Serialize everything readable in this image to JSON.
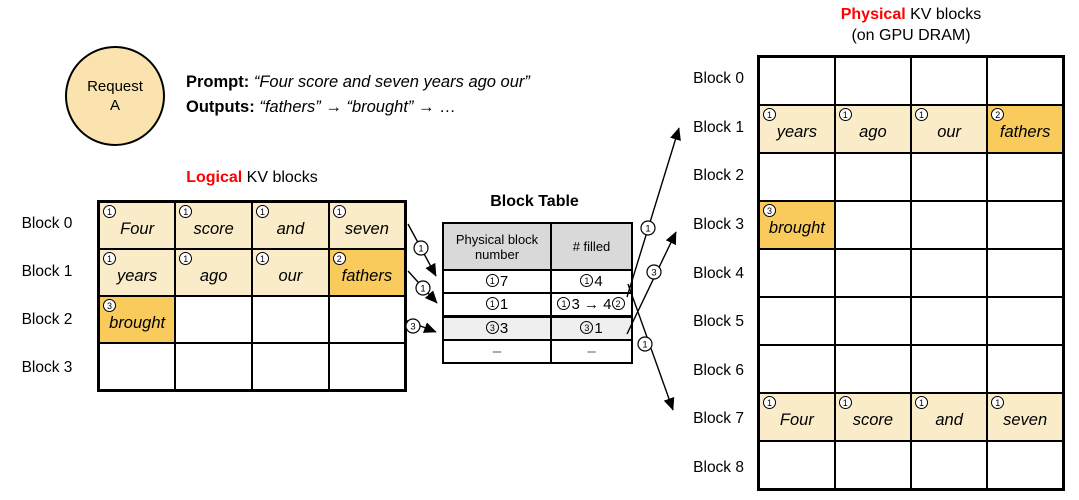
{
  "colors": {
    "red": "#ff0000",
    "cell_light": "#FAECC8",
    "cell_dark": "#F8CB5C",
    "circle_fill": "#FAE3AE",
    "header_gray": "#D9D9D9",
    "shaded_row_gray": "#EFEFEF"
  },
  "request_node": {
    "line1": "Request",
    "line2": "A"
  },
  "prompt_panel": {
    "prompt_label": "Prompt:",
    "prompt_text": "“Four score and seven years ago our”",
    "outputs_label": "Outputs:",
    "output_tokens": [
      {
        "text": "“fathers”",
        "italic": true
      },
      {
        "text": "→",
        "italic": false
      },
      {
        "text": "“brought”",
        "italic": true
      },
      {
        "text": "→",
        "italic": false
      },
      {
        "text": "…",
        "italic": false
      }
    ]
  },
  "logical_section": {
    "title_highlight": "Logical",
    "title_rest": " KV blocks",
    "row_labels": [
      "Block 0",
      "Block 1",
      "Block 2",
      "Block 3"
    ],
    "grid": [
      [
        {
          "word": "Four",
          "badge": "1",
          "shade": "light"
        },
        {
          "word": "score",
          "badge": "1",
          "shade": "light"
        },
        {
          "word": "and",
          "badge": "1",
          "shade": "light"
        },
        {
          "word": "seven",
          "badge": "1",
          "shade": "light"
        }
      ],
      [
        {
          "word": "years",
          "badge": "1",
          "shade": "light"
        },
        {
          "word": "ago",
          "badge": "1",
          "shade": "light"
        },
        {
          "word": "our",
          "badge": "1",
          "shade": "light"
        },
        {
          "word": "fathers",
          "badge": "2",
          "shade": "dark"
        }
      ],
      [
        {
          "word": "brought",
          "badge": "3",
          "shade": "dark"
        },
        null,
        null,
        null
      ],
      [
        null,
        null,
        null,
        null
      ]
    ]
  },
  "block_table": {
    "title": "Block Table",
    "col_headers": [
      "Physical block number",
      "# filled"
    ],
    "rows": [
      {
        "shade": false,
        "thick_top": false,
        "cells": [
          [
            {
              "badge": "1"
            },
            {
              "text": "7"
            }
          ],
          [
            {
              "badge": "1"
            },
            {
              "text": "4"
            }
          ]
        ]
      },
      {
        "shade": false,
        "thick_top": false,
        "cells": [
          [
            {
              "badge": "1"
            },
            {
              "text": "1"
            }
          ],
          [
            {
              "badge": "1"
            },
            {
              "text": "3 → 4"
            },
            {
              "badge": "2"
            }
          ]
        ]
      },
      {
        "shade": true,
        "thick_top": true,
        "cells": [
          [
            {
              "badge": "3"
            },
            {
              "text": "3"
            }
          ],
          [
            {
              "badge": "3"
            },
            {
              "text": "1"
            }
          ]
        ]
      },
      {
        "shade": false,
        "thick_top": false,
        "cells": [
          [
            {
              "text": "–",
              "dash": true
            }
          ],
          [
            {
              "text": "–",
              "dash": true
            }
          ]
        ]
      }
    ]
  },
  "physical_section": {
    "title_highlight": "Physical",
    "title_rest": " KV blocks",
    "subtitle": "(on GPU DRAM)",
    "row_labels": [
      "Block 0",
      "Block 1",
      "Block 2",
      "Block 3",
      "Block 4",
      "Block 5",
      "Block 6",
      "Block 7",
      "Block 8"
    ],
    "grid": [
      [
        null,
        null,
        null,
        null
      ],
      [
        {
          "word": "years",
          "badge": "1",
          "shade": "light"
        },
        {
          "word": "ago",
          "badge": "1",
          "shade": "light"
        },
        {
          "word": "our",
          "badge": "1",
          "shade": "light"
        },
        {
          "word": "fathers",
          "badge": "2",
          "shade": "dark"
        }
      ],
      [
        null,
        null,
        null,
        null
      ],
      [
        {
          "word": "brought",
          "badge": "3",
          "shade": "dark"
        },
        null,
        null,
        null
      ],
      [
        null,
        null,
        null,
        null
      ],
      [
        null,
        null,
        null,
        null
      ],
      [
        null,
        null,
        null,
        null
      ],
      [
        {
          "word": "Four",
          "badge": "1",
          "shade": "light"
        },
        {
          "word": "score",
          "badge": "1",
          "shade": "light"
        },
        {
          "word": "and",
          "badge": "1",
          "shade": "light"
        },
        {
          "word": "seven",
          "badge": "1",
          "shade": "light"
        }
      ],
      [
        null,
        null,
        null,
        null
      ]
    ]
  },
  "arrow_labels": [
    "1",
    "1",
    "3",
    "1",
    "1",
    "3"
  ]
}
